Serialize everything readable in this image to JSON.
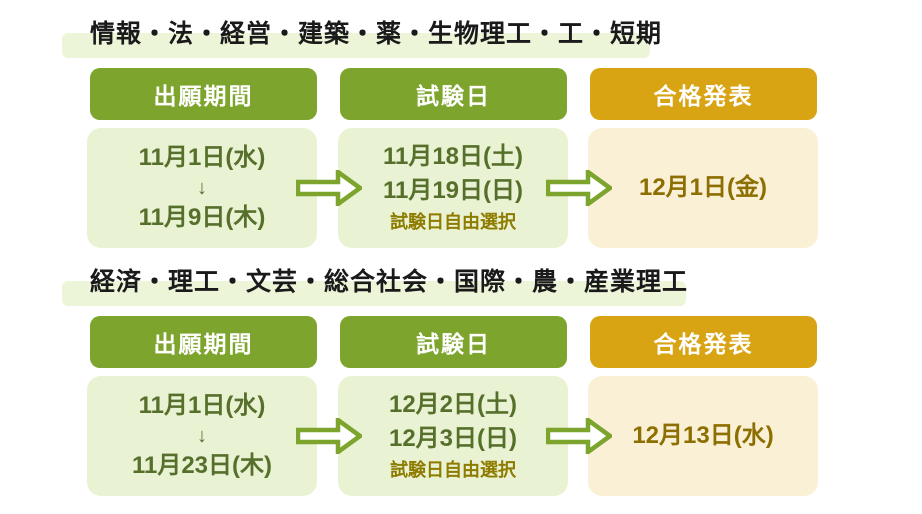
{
  "colors": {
    "header_green": "#7da42c",
    "header_gold": "#d9a413",
    "body_light_green": "#e9f2d2",
    "body_cream": "#faf0d6",
    "date_text_green": "#56702c",
    "date_text_brown": "#8d6e00",
    "note_text_mustard": "#8e7c00",
    "title_highlight": "#edf5d9"
  },
  "sections": [
    {
      "title": "情報・法・経営・建築・薬・生物理工・工・短期",
      "columns": [
        {
          "header": "出願期間",
          "lines": [
            "11月1日(水)",
            "↓",
            "11月9日(木)"
          ]
        },
        {
          "header": "試験日",
          "lines": [
            "11月18日(土)",
            "11月19日(日)"
          ],
          "note": "試験日自由選択"
        },
        {
          "header": "合格発表",
          "lines": [
            "12月1日(金)"
          ]
        }
      ]
    },
    {
      "title": "経済・理工・文芸・総合社会・国際・農・産業理工",
      "columns": [
        {
          "header": "出願期間",
          "lines": [
            "11月1日(水)",
            "↓",
            "11月23日(木)"
          ]
        },
        {
          "header": "試験日",
          "lines": [
            "12月2日(土)",
            "12月3日(日)"
          ],
          "note": "試験日自由選択"
        },
        {
          "header": "合格発表",
          "lines": [
            "12月13日(水)"
          ]
        }
      ]
    }
  ]
}
